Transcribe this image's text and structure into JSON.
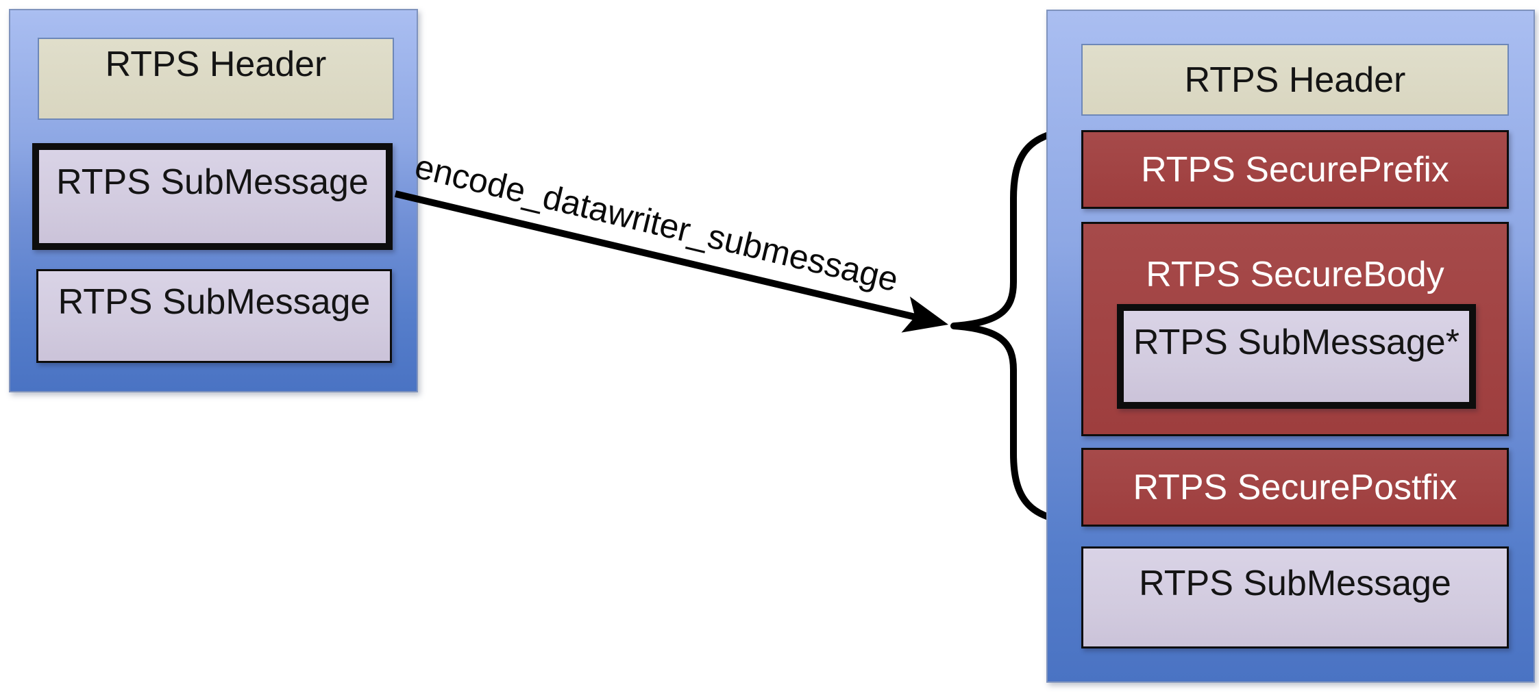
{
  "left_message": {
    "header": "RTPS Header",
    "sub1": "RTPS SubMessage",
    "sub2": "RTPS SubMessage"
  },
  "arrow": {
    "label": "encode_datawriter_submessage"
  },
  "right_message": {
    "header": "RTPS Header",
    "secure_prefix": "RTPS SecurePrefix",
    "secure_body": "RTPS SecureBody",
    "submessage_starred": "RTPS SubMessage*",
    "secure_postfix": "RTPS SecurePostfix",
    "submessage": "RTPS SubMessage"
  },
  "colors": {
    "panel_blue_top": "#aabef1",
    "panel_blue_bottom": "#4a73c3",
    "header_tan": "#dcd9c3",
    "submessage_lavender": "#d2cbdf",
    "secure_red": "#9e3e3e",
    "line_black": "#000000",
    "text_on_red": "#ffffff"
  }
}
